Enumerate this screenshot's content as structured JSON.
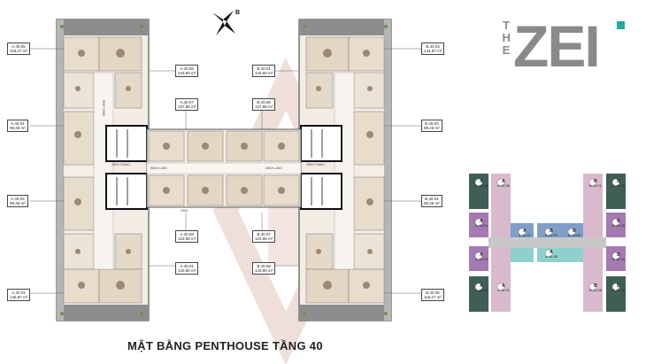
{
  "caption": "MẶT BẰNG PENTHOUSE TẦNG 40",
  "logo": {
    "prefix": "THE",
    "name": "ZEI",
    "accent_color": "#1fa9a3"
  },
  "compass": {
    "letter": "B",
    "icon": "north-arrow-star-icon"
  },
  "units": [
    {
      "code": "A.40.05",
      "area": "118,27 m²"
    },
    {
      "code": "A.40.06",
      "area": "143,80 m²"
    },
    {
      "code": "A.40.04",
      "area": "99,46 m²"
    },
    {
      "code": "A.40.07",
      "area": "127,95 m²"
    },
    {
      "code": "A.40.03",
      "area": "99,46 m²"
    },
    {
      "code": "A.40.08",
      "area": "123,96 m²"
    },
    {
      "code": "A.40.01",
      "area": "143,80 m²"
    },
    {
      "code": "A.40.02",
      "area": "145,87 m²"
    },
    {
      "code": "B.40.01",
      "area": "143,80 m²"
    },
    {
      "code": "B.40.02",
      "area": "144,87 m²"
    },
    {
      "code": "B.40.06",
      "area": "127,95 m²"
    },
    {
      "code": "B.40.03",
      "area": "99,46 m²"
    },
    {
      "code": "B.40.04",
      "area": "99,46 m²"
    },
    {
      "code": "B.40.07",
      "area": "123,96 m²"
    },
    {
      "code": "B.40.08",
      "area": "143,80 m²"
    },
    {
      "code": "B.40.05",
      "area": "118,27 m²"
    }
  ],
  "plan_labels": {
    "lobby_left": "SẢNH THANG",
    "lobby_right": "SẢNH THANG",
    "corridor": "HÀNH LANG",
    "corridor_left": "HÀNH LANG",
    "corridor_right": "HÀNH LANG",
    "shaft": "GAIN"
  },
  "keymap": {
    "colors": {
      "A": "#3f5f56",
      "B": "#3f5f56",
      "pink": "#d9b9cc",
      "purple": "#a57ab2",
      "blue": "#7f9fc9",
      "teal": "#8fd0cc",
      "gray": "#c8c8c8"
    },
    "items": [
      {
        "letter": "A",
        "code": "A.40.05"
      },
      {
        "letter": "A",
        "code": "A.40.04"
      },
      {
        "letter": "A",
        "code": "A.40.03"
      },
      {
        "letter": "A",
        "code": "A.40.02"
      },
      {
        "letter": "A",
        "code": "A.40.06"
      },
      {
        "letter": "A",
        "code": "A.40.07"
      },
      {
        "letter": "A",
        "code": "A.40.08"
      },
      {
        "letter": "A",
        "code": "A.40.01"
      },
      {
        "letter": "B",
        "code": "B.40.02"
      },
      {
        "letter": "B",
        "code": "B.40.03"
      },
      {
        "letter": "B",
        "code": "B.40.04"
      },
      {
        "letter": "B",
        "code": "B.40.05"
      },
      {
        "letter": "B",
        "code": "B.40.01"
      },
      {
        "letter": "B",
        "code": "B.40.06"
      },
      {
        "letter": "B",
        "code": "B.40.07"
      },
      {
        "letter": "B",
        "code": "B.40.08"
      }
    ]
  }
}
